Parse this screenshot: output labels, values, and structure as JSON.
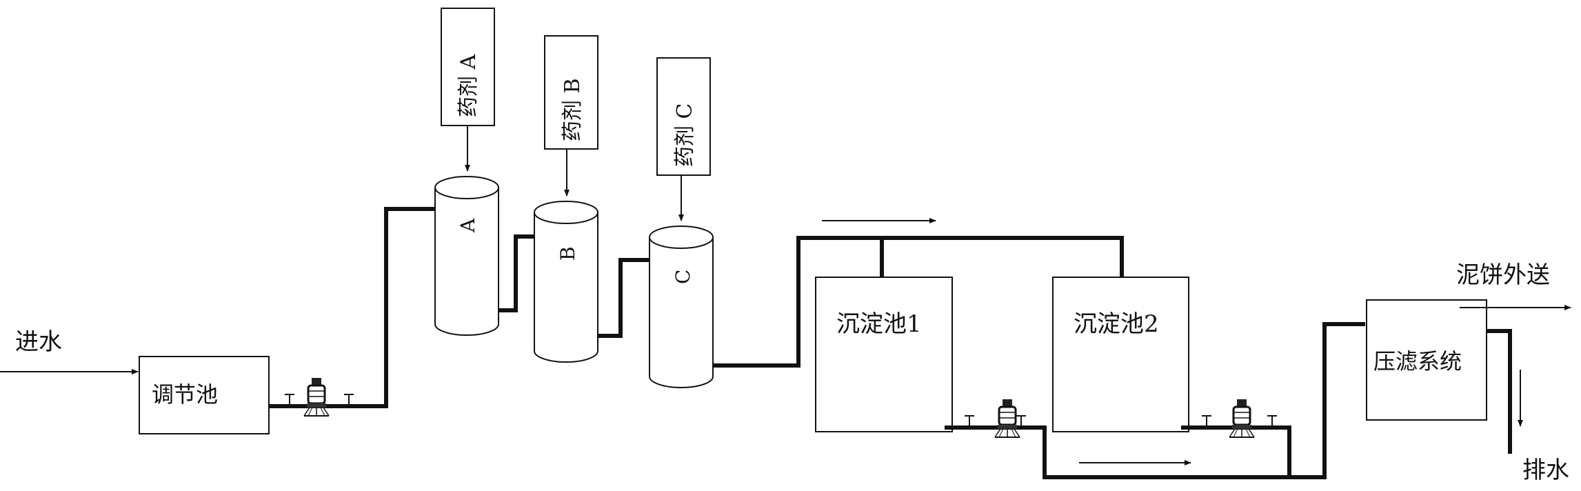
{
  "labels": {
    "inlet": "进水",
    "adjust_tank": "调节池",
    "reagent_a": "药剂 A",
    "reagent_b": "药剂 B",
    "reagent_c": "药剂 C",
    "tank_a": "A",
    "tank_b": "B",
    "tank_c": "C",
    "settle_1": "沉淀池1",
    "settle_2": "沉淀池2",
    "filter_press": "压滤系统",
    "cake_out": "泥饼外送",
    "drain": "排水"
  },
  "colors": {
    "line": "#111111",
    "background": "#ffffff"
  }
}
